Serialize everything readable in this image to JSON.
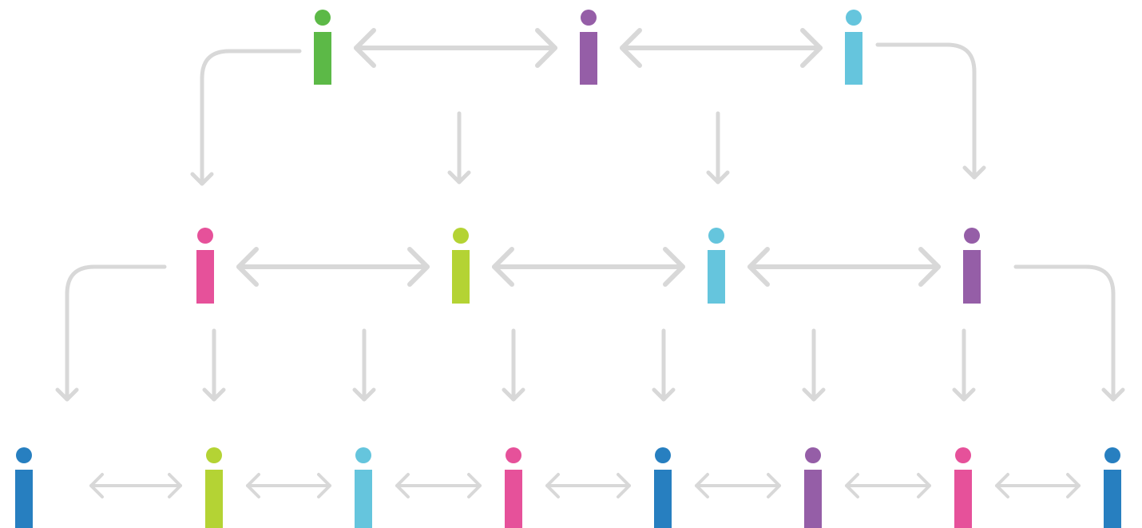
{
  "colors": {
    "connector": "#d8d8d8",
    "green": "#5cb947",
    "purple": "#955ea7",
    "sky": "#65c5dd",
    "magenta": "#e6519a",
    "lime": "#b4d334",
    "blue": "#277fc0"
  },
  "rows": [
    {
      "name": "top",
      "figures": [
        {
          "name": "top-figure-1",
          "color": "green",
          "icon": "person-icon"
        },
        {
          "name": "top-figure-2",
          "color": "purple",
          "icon": "person-icon"
        },
        {
          "name": "top-figure-3",
          "color": "sky",
          "icon": "person-icon"
        }
      ]
    },
    {
      "name": "middle",
      "figures": [
        {
          "name": "middle-figure-1",
          "color": "magenta",
          "icon": "person-icon"
        },
        {
          "name": "middle-figure-2",
          "color": "lime",
          "icon": "person-icon"
        },
        {
          "name": "middle-figure-3",
          "color": "sky",
          "icon": "person-icon"
        },
        {
          "name": "middle-figure-4",
          "color": "purple",
          "icon": "person-icon"
        }
      ]
    },
    {
      "name": "bottom",
      "figures": [
        {
          "name": "bottom-figure-1",
          "color": "blue",
          "icon": "person-icon"
        },
        {
          "name": "bottom-figure-2",
          "color": "lime",
          "icon": "person-icon"
        },
        {
          "name": "bottom-figure-3",
          "color": "sky",
          "icon": "person-icon"
        },
        {
          "name": "bottom-figure-4",
          "color": "magenta",
          "icon": "person-icon"
        },
        {
          "name": "bottom-figure-5",
          "color": "blue",
          "icon": "person-icon"
        },
        {
          "name": "bottom-figure-6",
          "color": "purple",
          "icon": "person-icon"
        },
        {
          "name": "bottom-figure-7",
          "color": "magenta",
          "icon": "person-icon"
        },
        {
          "name": "bottom-figure-8",
          "color": "blue",
          "icon": "person-icon"
        }
      ]
    }
  ],
  "connections": {
    "peer_links": [
      {
        "row": "top",
        "between": [
          1,
          2
        ],
        "icon": "double-arrow-icon"
      },
      {
        "row": "top",
        "between": [
          2,
          3
        ],
        "icon": "double-arrow-icon"
      },
      {
        "row": "middle",
        "between": [
          1,
          2
        ],
        "icon": "double-arrow-icon"
      },
      {
        "row": "middle",
        "between": [
          2,
          3
        ],
        "icon": "double-arrow-icon"
      },
      {
        "row": "middle",
        "between": [
          3,
          4
        ],
        "icon": "double-arrow-icon"
      },
      {
        "row": "bottom",
        "between": [
          1,
          2
        ],
        "icon": "double-arrow-icon"
      },
      {
        "row": "bottom",
        "between": [
          2,
          3
        ],
        "icon": "double-arrow-icon"
      },
      {
        "row": "bottom",
        "between": [
          3,
          4
        ],
        "icon": "double-arrow-icon"
      },
      {
        "row": "bottom",
        "between": [
          4,
          5
        ],
        "icon": "double-arrow-icon"
      },
      {
        "row": "bottom",
        "between": [
          5,
          6
        ],
        "icon": "double-arrow-icon"
      },
      {
        "row": "bottom",
        "between": [
          6,
          7
        ],
        "icon": "double-arrow-icon"
      },
      {
        "row": "bottom",
        "between": [
          7,
          8
        ],
        "icon": "double-arrow-icon"
      }
    ],
    "downward_links": [
      {
        "from_row": "top",
        "kind": "elbow-left",
        "icon": "elbow-arrow-icon"
      },
      {
        "from_row": "top",
        "kind": "straight",
        "icon": "down-arrow-icon"
      },
      {
        "from_row": "top",
        "kind": "straight",
        "icon": "down-arrow-icon"
      },
      {
        "from_row": "top",
        "kind": "elbow-right",
        "icon": "elbow-arrow-icon"
      },
      {
        "from_row": "middle",
        "kind": "elbow-left",
        "icon": "elbow-arrow-icon"
      },
      {
        "from_row": "middle",
        "kind": "straight",
        "icon": "down-arrow-icon"
      },
      {
        "from_row": "middle",
        "kind": "straight",
        "icon": "down-arrow-icon"
      },
      {
        "from_row": "middle",
        "kind": "straight",
        "icon": "down-arrow-icon"
      },
      {
        "from_row": "middle",
        "kind": "straight",
        "icon": "down-arrow-icon"
      },
      {
        "from_row": "middle",
        "kind": "straight",
        "icon": "down-arrow-icon"
      },
      {
        "from_row": "middle",
        "kind": "straight",
        "icon": "down-arrow-icon"
      },
      {
        "from_row": "middle",
        "kind": "elbow-right",
        "icon": "elbow-arrow-icon"
      }
    ]
  }
}
